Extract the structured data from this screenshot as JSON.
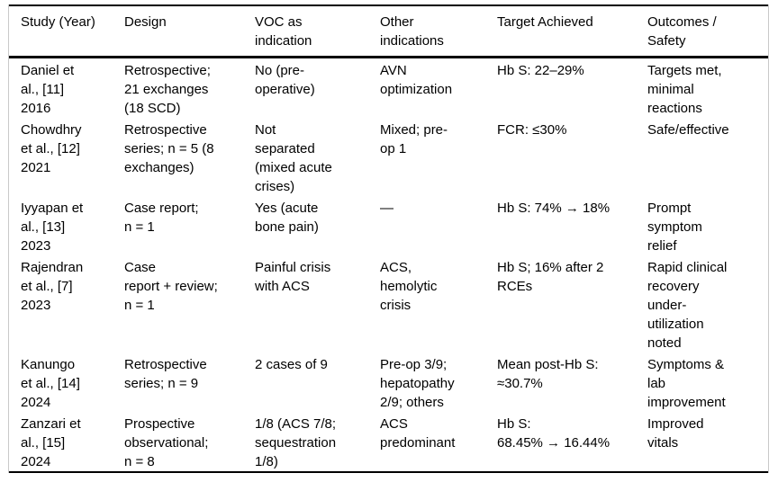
{
  "colors": {
    "text": "#000000",
    "rule": "#000000",
    "frame_border": "#c9c9c9",
    "background": "#ffffff"
  },
  "table": {
    "columns": [
      "Study (Year)",
      "Design",
      "VOC as\nindication",
      "Other\nindications",
      "Target Achieved",
      "Outcomes /\nSafety"
    ],
    "rows": [
      {
        "cells": [
          "Daniel et\nal., [11]\n2016",
          "Retrospective;\n21 exchanges\n(18 SCD)",
          "No (pre-\noperative)",
          "AVN\noptimization",
          "Hb S: 22–29%",
          "Targets met,\nminimal\nreactions"
        ]
      },
      {
        "cells": [
          "Chowdhry\net al., [12]\n2021",
          "Retrospective\nseries; n = 5 (8\nexchanges)",
          "Not\nseparated\n(mixed acute\ncrises)",
          "Mixed; pre-\nop 1",
          "FCR: ≤30%",
          "Safe/effective"
        ]
      },
      {
        "cells": [
          "Iyyapan et\nal., [13]\n2023",
          "Case report;\nn = 1",
          "Yes (acute\nbone pain)",
          "—",
          "Hb S: 74% → 18%",
          "Prompt\nsymptom\nrelief"
        ]
      },
      {
        "cells": [
          "Rajendran\net al., [7]\n2023",
          "Case\nreport + review;\nn = 1",
          "Painful crisis\nwith ACS",
          "ACS,\nhemolytic\ncrisis",
          "Hb S; 16% after 2\nRCEs",
          "Rapid clinical\nrecovery\nunder-\nutilization\nnoted"
        ]
      },
      {
        "cells": [
          "Kanungo\net al., [14]\n2024",
          "Retrospective\nseries; n = 9",
          "2 cases of 9",
          "Pre-op 3/9;\nhepatopathy\n2/9; others",
          "Mean post-Hb S:\n≈30.7%",
          "Symptoms &\nlab\nimprovement"
        ]
      },
      {
        "cells": [
          "Zanzari et\nal., [15]\n2024",
          "Prospective\nobservational;\nn = 8",
          "1/8 (ACS 7/8;\nsequestration\n1/8)",
          "ACS\npredominant",
          "Hb S:\n68.45% → 16.44%",
          "Improved\nvitals"
        ]
      }
    ]
  }
}
